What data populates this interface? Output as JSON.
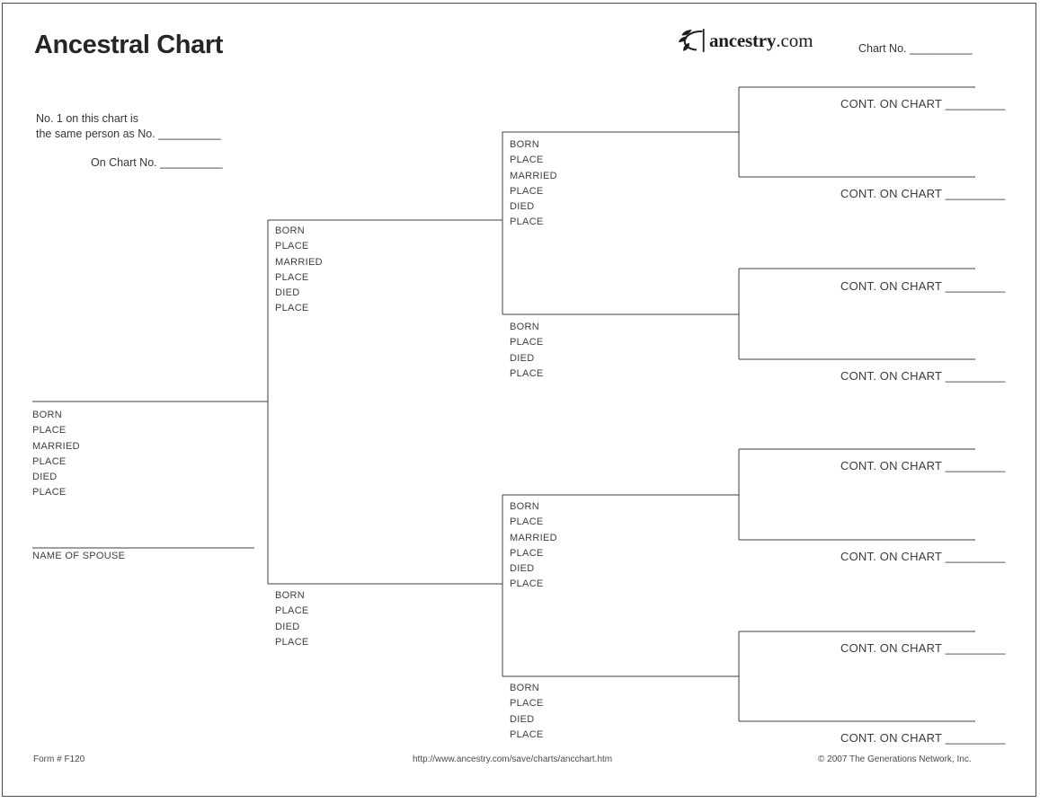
{
  "header": {
    "title": "Ancestral Chart",
    "chart_no": "Chart No. __________",
    "note_line1": "No. 1 on this chart is",
    "note_line2": "the same person as No. __________",
    "note_line3": "On Chart No. __________"
  },
  "logo": {
    "brand": "ancestry",
    "suffix": ".com",
    "icon": "leaf-sprig-icon"
  },
  "tree": {
    "person1": {
      "labels": [
        "BORN",
        "PLACE",
        "MARRIED",
        "PLACE",
        "DIED",
        "PLACE"
      ],
      "spouse": "NAME OF SPOUSE"
    },
    "father": {
      "labels": [
        "BORN",
        "PLACE",
        "MARRIED",
        "PLACE",
        "DIED",
        "PLACE"
      ]
    },
    "mother": {
      "labels": [
        "BORN",
        "PLACE",
        "DIED",
        "PLACE"
      ]
    },
    "paternal_grandfather": {
      "labels": [
        "BORN",
        "PLACE",
        "MARRIED",
        "PLACE",
        "DIED",
        "PLACE"
      ]
    },
    "paternal_grandmother": {
      "labels": [
        "BORN",
        "PLACE",
        "DIED",
        "PLACE"
      ]
    },
    "maternal_grandfather": {
      "labels": [
        "BORN",
        "PLACE",
        "MARRIED",
        "PLACE",
        "DIED",
        "PLACE"
      ]
    },
    "maternal_grandmother": {
      "labels": [
        "BORN",
        "PLACE",
        "DIED",
        "PLACE"
      ]
    },
    "cont_on_chart": "CONT. ON CHART _________"
  },
  "footer": {
    "form_number": "Form # F120",
    "url": "http://www.ancestry.com/save/charts/ancchart.htm",
    "copyright": "© 2007 The Generations Network, Inc."
  },
  "colors": {
    "line": "#3f3f3f",
    "text": "#3e3e3e",
    "title": "#262626",
    "logo": "#1d1d1d"
  }
}
